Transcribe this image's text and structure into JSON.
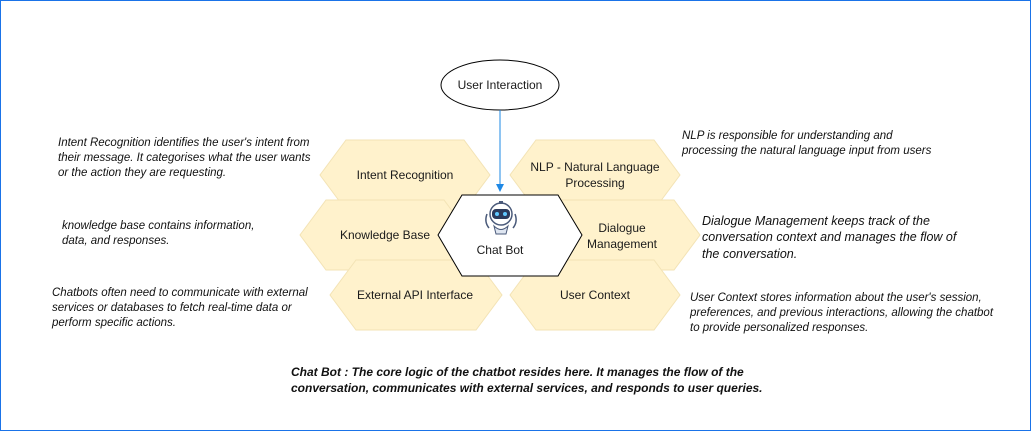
{
  "user_interaction": "User Interaction",
  "chat_bot": "Chat Bot",
  "hexagons": {
    "intent_recognition": "Intent Recognition",
    "nlp": "NLP - Natural Language Processing",
    "knowledge_base": "Knowledge Base",
    "dialogue_management": "Dialogue Management",
    "external_api": "External API Interface",
    "user_context": "User Context"
  },
  "notes": {
    "intent": "Intent Recognition identifies the user's intent from their message. It categorises what the user wants or the action they are requesting.",
    "knowledge": "knowledge base contains information, data, and responses.",
    "external_api": "Chatbots often need to communicate with external services or databases to fetch real-time data or perform specific actions.",
    "nlp": "NLP is responsible for understanding and processing the natural language input from users",
    "dialogue": "Dialogue Management keeps track of the conversation context and manages the flow of the conversation.",
    "user_context": "User Context stores information about the user's session, preferences, and previous interactions, allowing the chatbot to provide personalized responses.",
    "chatbot": "Chat Bot : The core logic of the chatbot resides here. It manages the flow of the conversation, communicates with external services, and responds to user queries."
  },
  "colors": {
    "hex_fill": "#fff2cc",
    "hex_stroke": "#f3e3b5",
    "arrow": "#1e88e5",
    "border": "#1a73e8"
  },
  "icons": [
    "robot-icon"
  ]
}
